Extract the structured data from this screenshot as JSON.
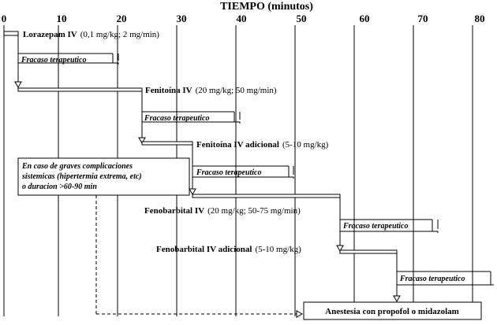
{
  "header": {
    "title": "TIEMPO (minutos)"
  },
  "axis": {
    "ticks": [
      "0",
      "10",
      "20",
      "30",
      "40",
      "50",
      "60",
      "70",
      "80"
    ]
  },
  "steps": [
    {
      "drug": "Lorazepam IV",
      "dose": "(0,1 mg/kg; 2 mg/min)"
    },
    {
      "drug": "Fenitoína IV",
      "dose": "(20 mg/kg; 50 mg/min)"
    },
    {
      "drug": "Fenitoína IV adicional",
      "dose": "(5-10 mg/kg)"
    },
    {
      "drug": "Fenobarbital IV",
      "dose": "(20 mg/kg; 50-75 mg/min)"
    },
    {
      "drug": "Fenobarbital IV adicional",
      "dose": "(5-10 mg/kg)"
    }
  ],
  "failure_label": "Fracaso terapeutico",
  "note": {
    "lines": [
      "En caso de graves complicaciones",
      "sistemicas (hipertermia extrema, etc)",
      "o duracion >60-90 min"
    ]
  },
  "final_step": "Anestesia con propofol o midazolam"
}
